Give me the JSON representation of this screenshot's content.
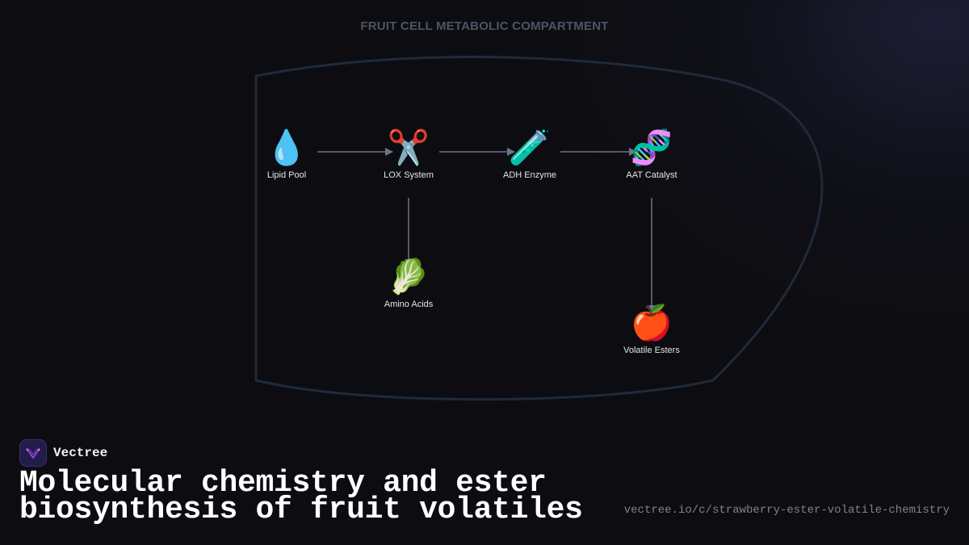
{
  "diagram": {
    "compartment_label": "FRUIT CELL METABOLIC COMPARTMENT",
    "nodes": [
      {
        "id": "lipid-pool",
        "icon": "💧",
        "icon_name": "droplet-icon",
        "label": "Lipid Pool"
      },
      {
        "id": "lox-system",
        "icon": "✂️",
        "icon_name": "scissors-icon",
        "label": "LOX System"
      },
      {
        "id": "adh-enzyme",
        "icon": "🧪",
        "icon_name": "test-tube-icon",
        "label": "ADH Enzyme"
      },
      {
        "id": "aat-catalyst",
        "icon": "🧬",
        "icon_name": "dna-icon",
        "label": "AAT Catalyst"
      },
      {
        "id": "amino-acids",
        "icon": "🥬",
        "icon_name": "leafy-green-icon",
        "label": "Amino Acids"
      },
      {
        "id": "volatile-esters",
        "icon": "🍎",
        "icon_name": "apple-icon",
        "label": "Volatile Esters"
      }
    ],
    "edges": [
      {
        "from": "lipid-pool",
        "to": "lox-system"
      },
      {
        "from": "lox-system",
        "to": "adh-enzyme"
      },
      {
        "from": "adh-enzyme",
        "to": "aat-catalyst"
      },
      {
        "from": "lox-system",
        "to": "amino-acids"
      },
      {
        "from": "aat-catalyst",
        "to": "volatile-esters"
      }
    ],
    "colors": {
      "compartment_border": "#1f2a3a",
      "arrow": "#6b7587",
      "label": "#e4e6ea"
    }
  },
  "brand": {
    "name": "Vectree",
    "logo_icon": "vectree-logo-icon"
  },
  "headline": "Molecular chemistry and ester biosynthesis of fruit volatiles",
  "url": "vectree.io/c/strawberry-ester-volatile-chemistry"
}
